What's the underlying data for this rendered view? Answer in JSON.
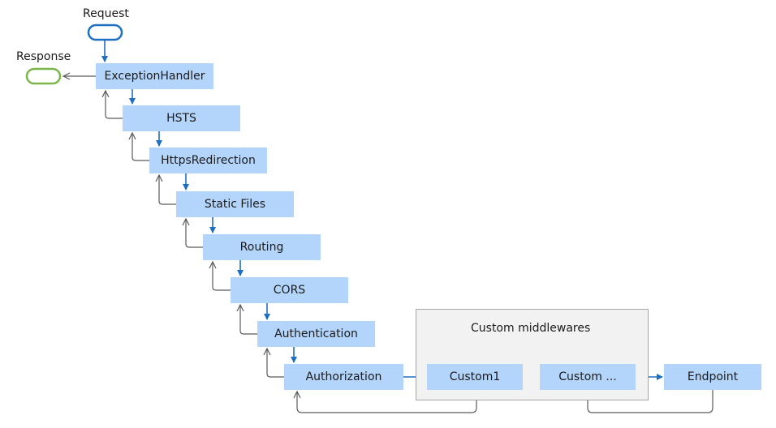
{
  "labels": {
    "request": "Request",
    "response": "Response",
    "group_title": "Custom middlewares"
  },
  "pipeline": [
    "ExceptionHandler",
    "HSTS",
    "HttpsRedirection",
    "Static Files",
    "Routing",
    "CORS",
    "Authentication",
    "Authorization"
  ],
  "custom": [
    "Custom1",
    "Custom ..."
  ],
  "endpoint": "Endpoint",
  "colors": {
    "box_fill": "#b4d5fb",
    "request_arrow": "#1f6fc1",
    "response_arrow": "#5a5a5a",
    "request_pill": "#1f6fc1",
    "response_pill": "#7ab648",
    "panel_fill": "#f2f2f2",
    "panel_border": "#a6a6a6"
  }
}
